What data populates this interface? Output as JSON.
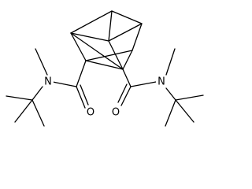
{
  "structure": {
    "atoms": {
      "n1": "N",
      "o1": "O",
      "n2": "N",
      "o2": "O"
    }
  }
}
